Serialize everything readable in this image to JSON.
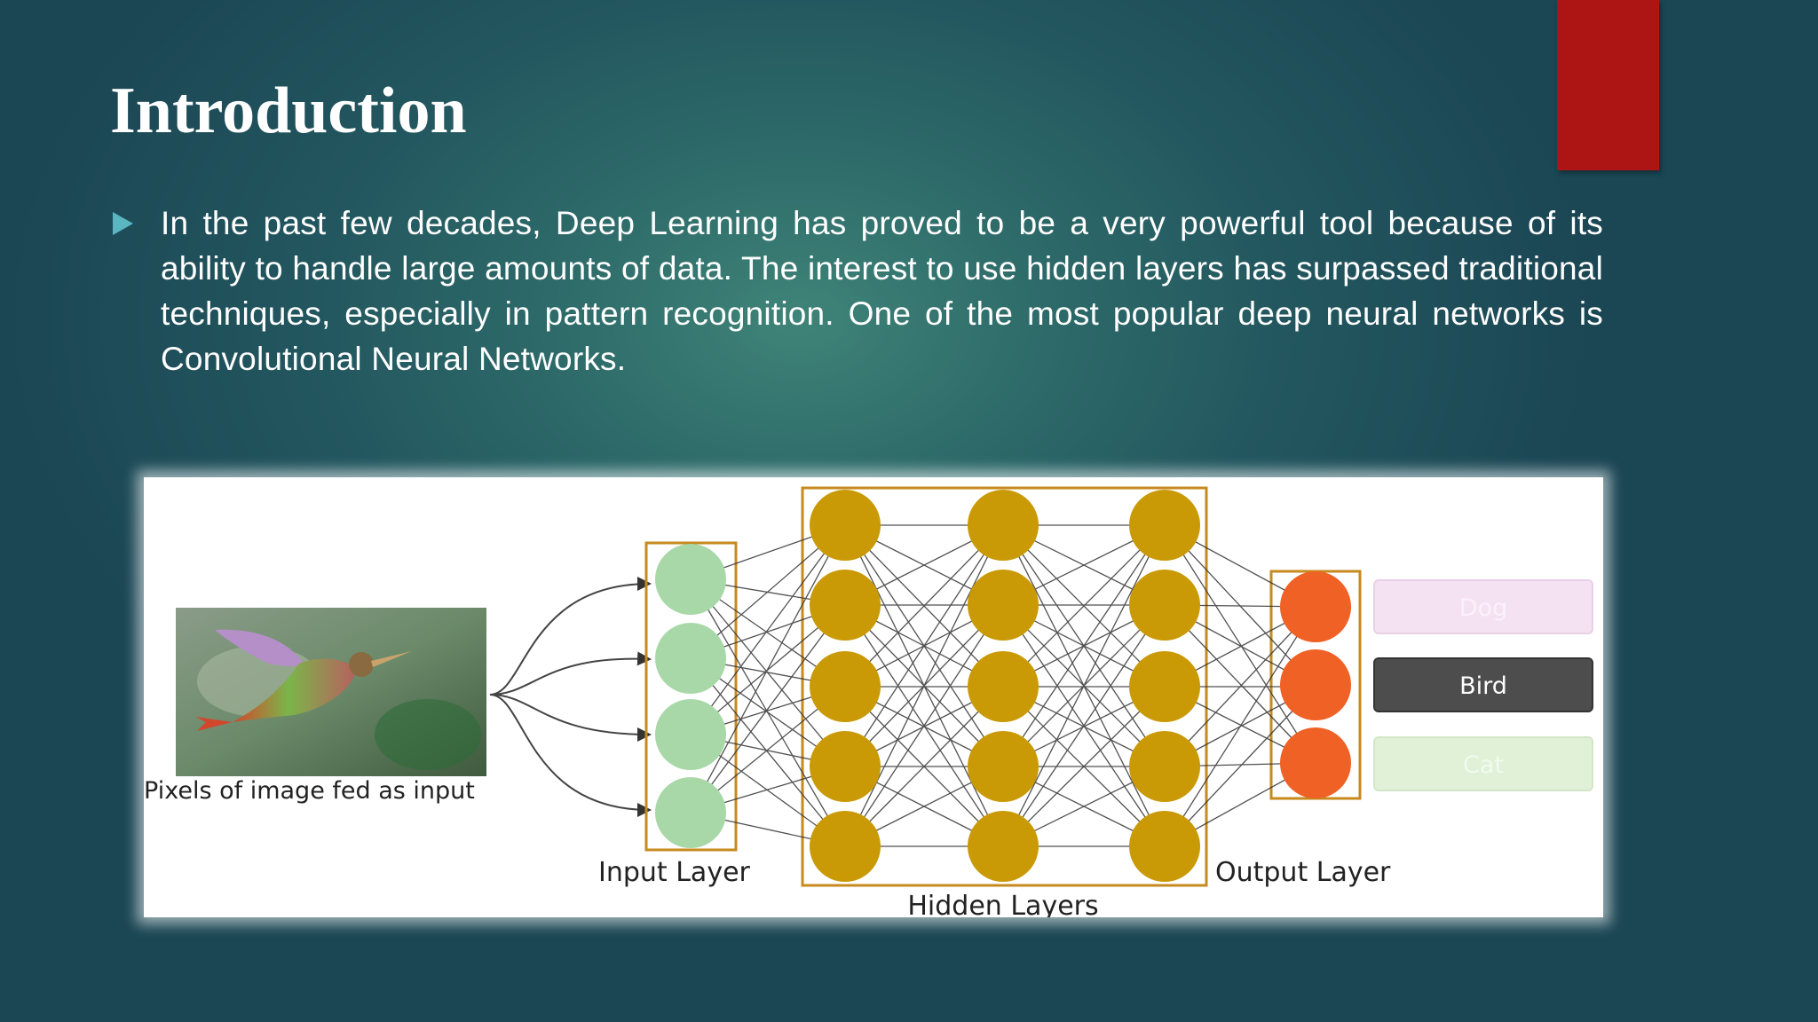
{
  "slide": {
    "title": "Introduction",
    "bullets": [
      "In the past few decades, Deep Learning has proved to be a very powerful tool because of its ability to handle large amounts of data. The interest to use hidden layers has surpassed traditional techniques, especially in pattern recognition. One of the most popular deep neural networks is Convolutional Neural Networks."
    ],
    "accent_color": "#ad1515",
    "bullet_color": "#5ab7c2"
  },
  "diagram": {
    "image_caption": "Pixels of image fed as input",
    "input_label": "Input Layer",
    "hidden_label": "Hidden Layers",
    "output_label": "Output Layer",
    "classes": [
      "Dog",
      "Bird",
      "Cat"
    ],
    "selected_class": "Bird",
    "colors": {
      "input_node": "#a8d8a8",
      "hidden_node": "#c99a06",
      "output_node": "#ef6125",
      "layer_border": "#c78a1e"
    }
  }
}
